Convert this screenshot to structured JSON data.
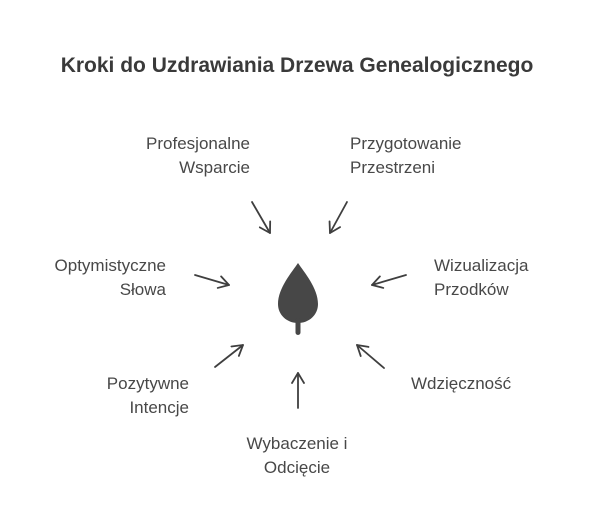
{
  "title": "Kroki do Uzdrawiania Drzewa Genealogicznego",
  "center": {
    "icon": "leaf-drop-icon",
    "color": "#474747"
  },
  "arrow_color": "#3f3f3f",
  "steps": [
    {
      "id": "prof",
      "line1": "Profesjonalne",
      "line2": "Wsparcie"
    },
    {
      "id": "prep",
      "line1": "Przygotowanie",
      "line2": "Przestrzeni"
    },
    {
      "id": "opt",
      "line1": "Optymistyczne",
      "line2": "Słowa"
    },
    {
      "id": "wiz",
      "line1": "Wizualizacja",
      "line2": "Przodków"
    },
    {
      "id": "poz",
      "line1": "Pozytywne",
      "line2": "Intencje"
    },
    {
      "id": "wdz",
      "line1": "Wdzięczność",
      "line2": ""
    },
    {
      "id": "wyb",
      "line1": "Wybaczenie i",
      "line2": "Odcięcie"
    }
  ]
}
